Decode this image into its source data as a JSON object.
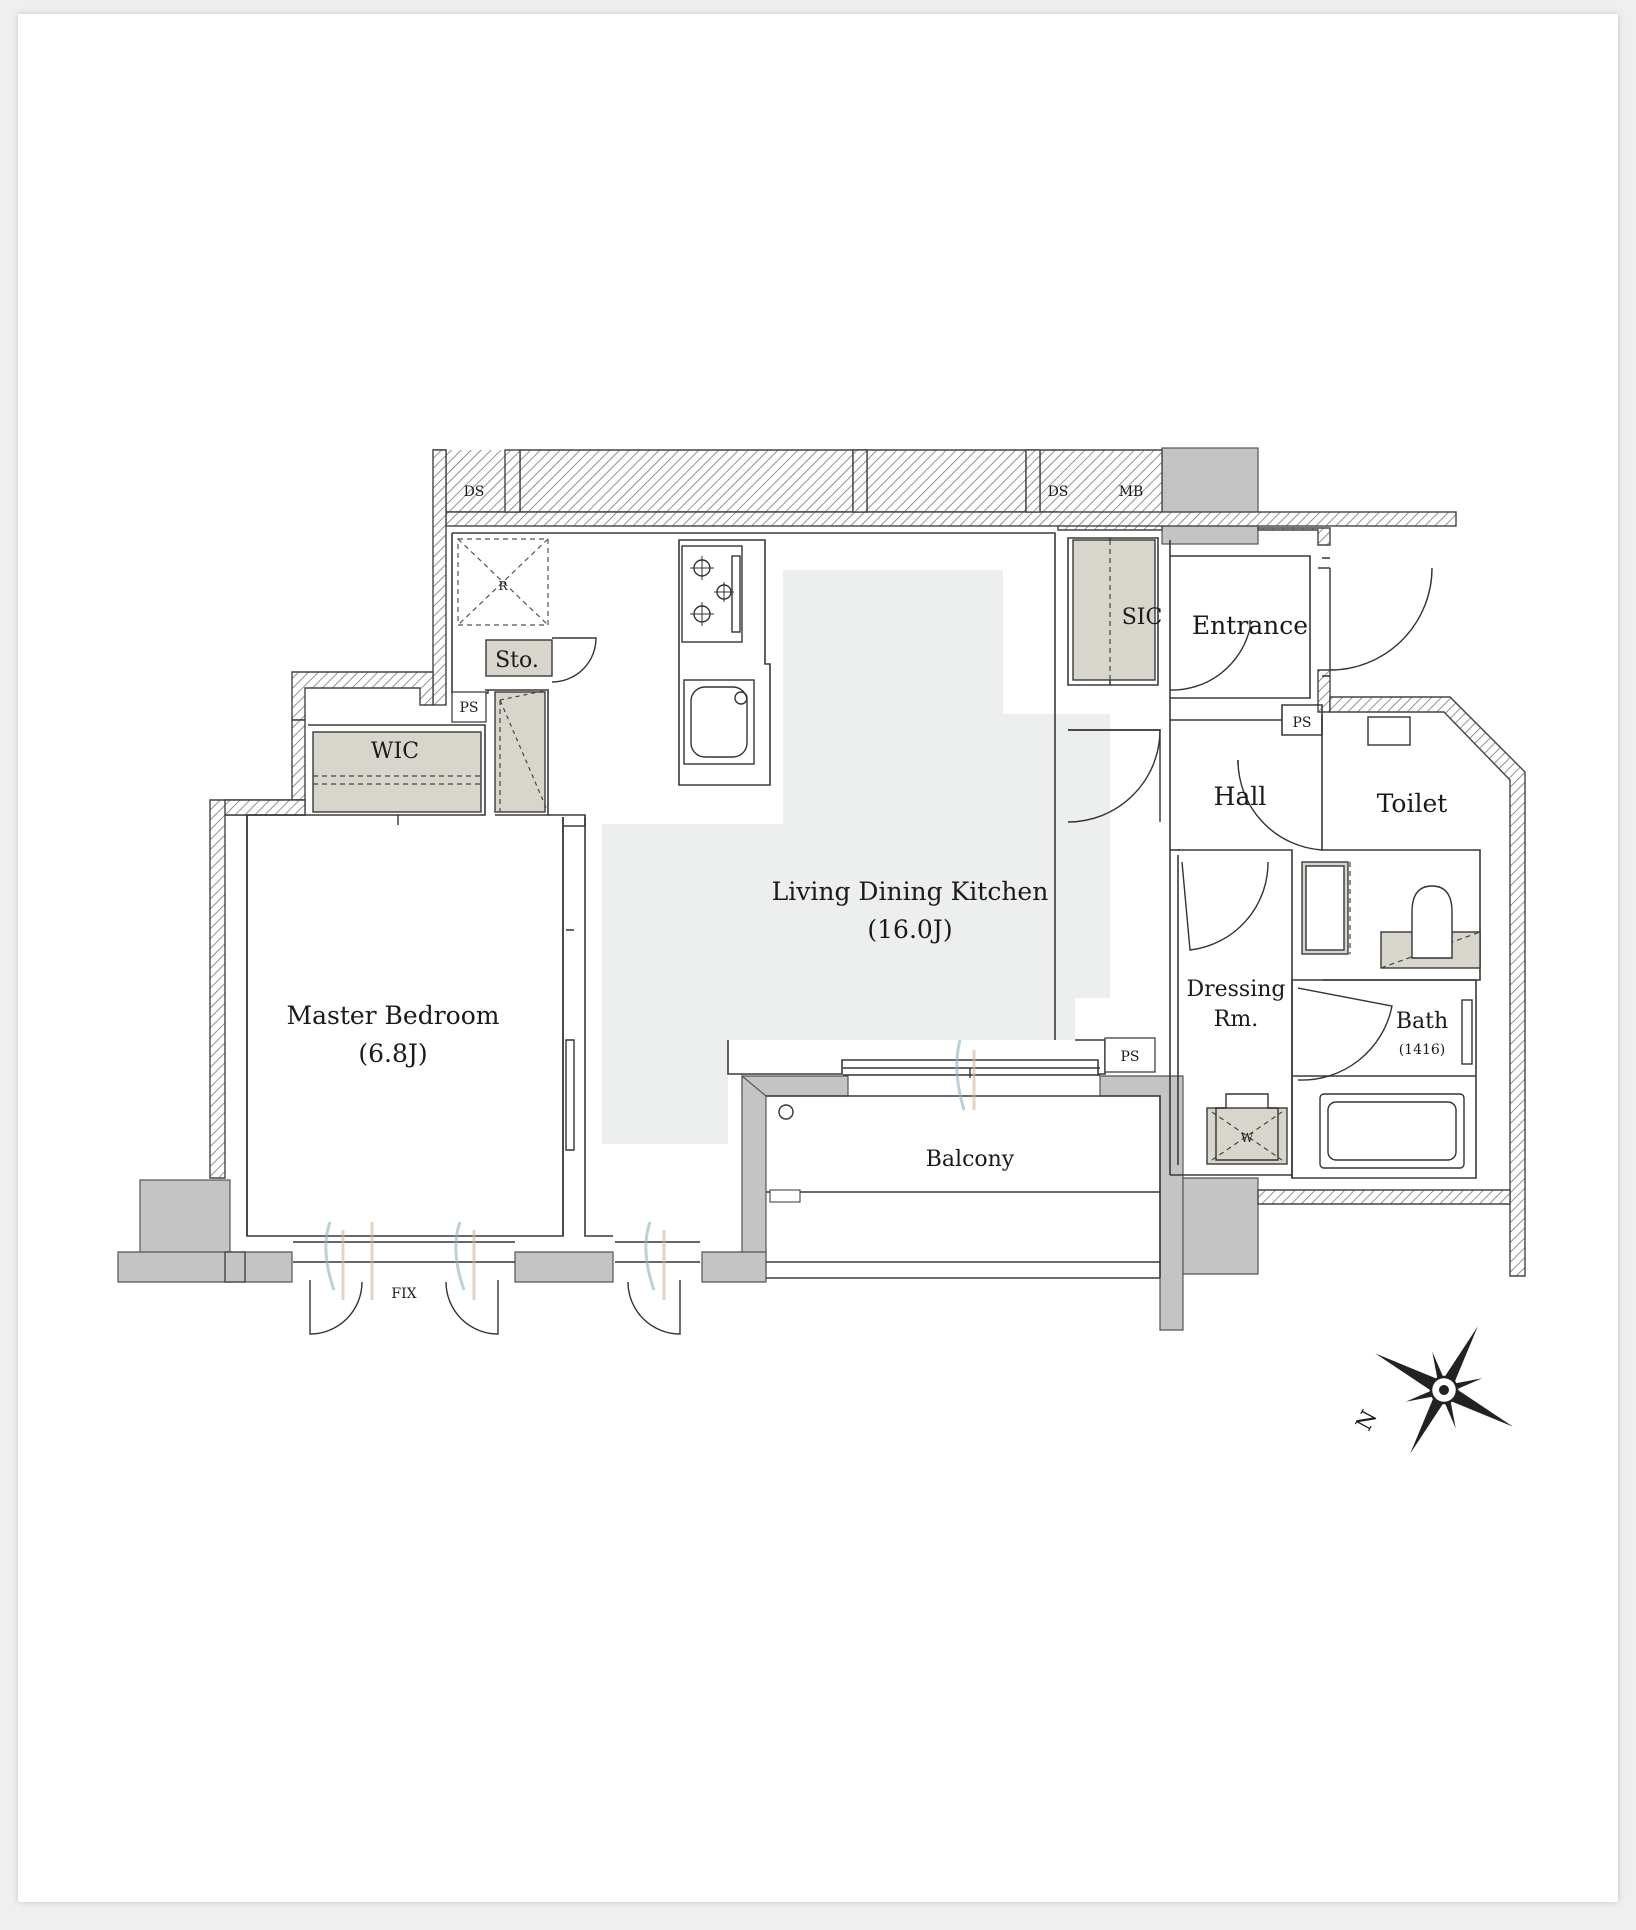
{
  "rooms": {
    "ldk": {
      "name": "Living Dining Kitchen",
      "size": "(16.0J)"
    },
    "master": {
      "name": "Master Bedroom",
      "size": "(6.8J)"
    },
    "balcony": "Balcony",
    "entrance": "Entrance",
    "hall": "Hall",
    "toilet": "Toilet",
    "dressing": {
      "line1": "Dressing",
      "line2": "Rm."
    },
    "bath": {
      "name": "Bath",
      "size": "(1416)"
    },
    "wic": "WIC",
    "sic": "SIC",
    "sto": "Sto."
  },
  "labels": {
    "ds_left": "DS",
    "ds_right": "DS",
    "mb": "MB",
    "ps_bedroom": "PS",
    "ps_entrance": "PS",
    "ps_balcony": "PS",
    "fridge": "R",
    "washer": "W",
    "fix": "FIX",
    "north": "N"
  },
  "colors": {
    "wall": "#6e6e6e",
    "concrete": "#c4c4c4",
    "storage": "#d8d6cc",
    "living_floor": "#edeeee",
    "line": "#3a3a3a"
  }
}
